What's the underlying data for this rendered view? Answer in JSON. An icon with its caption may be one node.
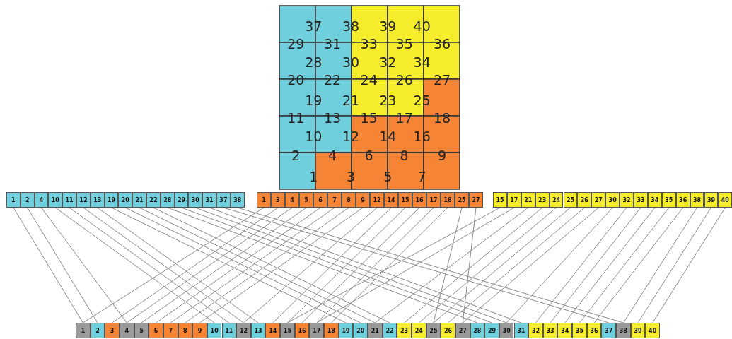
{
  "diagram": {
    "nodes": [
      {
        "text": [
          "1"
        ]
      },
      {
        "text": [
          "2"
        ]
      },
      {
        "text": [
          "4"
        ]
      },
      {
        "text": [
          "10"
        ]
      },
      {
        "text": [
          "11"
        ]
      },
      {
        "text": [
          "12"
        ]
      },
      {
        "text": [
          "13"
        ]
      },
      {
        "text": [
          "19"
        ]
      },
      {
        "text": [
          "20"
        ]
      },
      {
        "text": [
          "21"
        ]
      },
      {
        "text": [
          "22"
        ]
      },
      {
        "text": [
          "28"
        ]
      },
      {
        "text": [
          "29"
        ]
      },
      {
        "text": [
          "30"
        ]
      },
      {
        "text": [
          "31"
        ]
      },
      {
        "text": [
          "37"
        ]
      },
      {
        "text": [
          "38"
        ]
      },
      {
        "text": [
          "1"
        ]
      },
      {
        "text": [
          "3"
        ]
      },
      {
        "text": [
          "4"
        ]
      },
      {
        "text": [
          "5"
        ]
      },
      {
        "text": [
          "6"
        ]
      },
      {
        "text": [
          "7"
        ]
      },
      {
        "text": [
          "8"
        ]
      },
      {
        "text": [
          "9"
        ]
      },
      {
        "text": [
          "12"
        ]
      },
      {
        "text": [
          "14"
        ]
      },
      {
        "text": [
          "15"
        ]
      },
      {
        "text": [
          "16"
        ]
      },
      {
        "text": [
          "17"
        ]
      },
      {
        "text": [
          "18"
        ]
      },
      {
        "text": [
          "25"
        ]
      },
      {
        "text": [
          "27"
        ]
      },
      {
        "text": [
          "15"
        ]
      },
      {
        "text": [
          "17"
        ]
      },
      {
        "text": [
          "21"
        ]
      },
      {
        "text": [
          "23"
        ]
      },
      {
        "text": [
          "24"
        ]
      },
      {
        "text": [
          "25"
        ]
      },
      {
        "text": [
          "26"
        ]
      },
      {
        "text": [
          "27"
        ]
      },
      {
        "text": [
          "30"
        ]
      },
      {
        "text": [
          "32"
        ]
      },
      {
        "text": [
          "33"
        ]
      },
      {
        "text": [
          "34"
        ]
      },
      {
        "text": [
          "35"
        ]
      },
      {
        "text": [
          "36"
        ]
      },
      {
        "text": [
          "38"
        ]
      },
      {
        "text": [
          "39"
        ]
      },
      {
        "text": [
          "40"
        ]
      },
      {
        "text": [
          "1"
        ]
      },
      {
        "text": [
          "2"
        ]
      },
      {
        "text": [
          "3"
        ]
      },
      {
        "text": [
          "4"
        ]
      },
      {
        "text": [
          "5"
        ]
      },
      {
        "text": [
          "6"
        ]
      },
      {
        "text": [
          "7"
        ]
      },
      {
        "text": [
          "8"
        ]
      },
      {
        "text": [
          "9"
        ]
      },
      {
        "text": [
          "10"
        ]
      },
      {
        "text": [
          "11"
        ]
      },
      {
        "text": [
          "12"
        ]
      },
      {
        "text": [
          "13"
        ]
      },
      {
        "text": [
          "14"
        ]
      },
      {
        "text": [
          "15"
        ]
      },
      {
        "text": [
          "16"
        ]
      },
      {
        "text": [
          "17"
        ]
      },
      {
        "text": [
          "18"
        ]
      },
      {
        "text": [
          "19"
        ]
      },
      {
        "text": [
          "20"
        ]
      },
      {
        "text": [
          "21"
        ]
      },
      {
        "text": [
          "22"
        ]
      },
      {
        "text": [
          "23"
        ]
      },
      {
        "text": [
          "24"
        ]
      },
      {
        "text": [
          "25"
        ]
      },
      {
        "text": [
          "26"
        ]
      },
      {
        "text": [
          "27"
        ]
      },
      {
        "text": [
          "28"
        ]
      },
      {
        "text": [
          "29"
        ]
      },
      {
        "text": [
          "30"
        ]
      },
      {
        "text": [
          "31"
        ]
      },
      {
        "text": [
          "32"
        ]
      },
      {
        "text": [
          "33"
        ]
      },
      {
        "text": [
          "34"
        ]
      },
      {
        "text": [
          "35"
        ]
      },
      {
        "text": [
          "36"
        ]
      },
      {
        "text": [
          "37"
        ]
      },
      {
        "text": [
          "38"
        ]
      },
      {
        "text": [
          "39"
        ]
      },
      {
        "text": [
          "40"
        ]
      }
    ],
    "edges": [
      {
        "from": 0,
        "to": 50,
        "arrow": "none"
      },
      {
        "from": 1,
        "to": 51,
        "arrow": "none"
      },
      {
        "from": 2,
        "to": 53,
        "arrow": "none"
      },
      {
        "from": 3,
        "to": 59,
        "arrow": "none"
      },
      {
        "from": 4,
        "to": 60,
        "arrow": "none"
      },
      {
        "from": 5,
        "to": 61,
        "arrow": "none"
      },
      {
        "from": 6,
        "to": 62,
        "arrow": "none"
      },
      {
        "from": 7,
        "to": 68,
        "arrow": "none"
      },
      {
        "from": 8,
        "to": 69,
        "arrow": "none"
      },
      {
        "from": 9,
        "to": 70,
        "arrow": "none"
      },
      {
        "from": 10,
        "to": 71,
        "arrow": "none"
      },
      {
        "from": 11,
        "to": 77,
        "arrow": "none"
      },
      {
        "from": 12,
        "to": 78,
        "arrow": "none"
      },
      {
        "from": 13,
        "to": 79,
        "arrow": "none"
      },
      {
        "from": 14,
        "to": 80,
        "arrow": "none"
      },
      {
        "from": 15,
        "to": 86,
        "arrow": "none"
      },
      {
        "from": 16,
        "to": 87,
        "arrow": "none"
      },
      {
        "from": 17,
        "to": 50,
        "arrow": "none"
      },
      {
        "from": 18,
        "to": 52,
        "arrow": "none"
      },
      {
        "from": 19,
        "to": 53,
        "arrow": "none"
      },
      {
        "from": 20,
        "to": 54,
        "arrow": "none"
      },
      {
        "from": 21,
        "to": 55,
        "arrow": "none"
      },
      {
        "from": 22,
        "to": 56,
        "arrow": "none"
      },
      {
        "from": 23,
        "to": 57,
        "arrow": "none"
      },
      {
        "from": 24,
        "to": 58,
        "arrow": "none"
      },
      {
        "from": 25,
        "to": 61,
        "arrow": "none"
      },
      {
        "from": 26,
        "to": 63,
        "arrow": "none"
      },
      {
        "from": 27,
        "to": 64,
        "arrow": "none"
      },
      {
        "from": 28,
        "to": 65,
        "arrow": "none"
      },
      {
        "from": 29,
        "to": 66,
        "arrow": "none"
      },
      {
        "from": 30,
        "to": 67,
        "arrow": "none"
      },
      {
        "from": 31,
        "to": 74,
        "arrow": "none"
      },
      {
        "from": 32,
        "to": 76,
        "arrow": "none"
      },
      {
        "from": 33,
        "to": 64,
        "arrow": "none"
      },
      {
        "from": 34,
        "to": 66,
        "arrow": "none"
      },
      {
        "from": 35,
        "to": 70,
        "arrow": "none"
      },
      {
        "from": 36,
        "to": 72,
        "arrow": "none"
      },
      {
        "from": 37,
        "to": 73,
        "arrow": "none"
      },
      {
        "from": 38,
        "to": 74,
        "arrow": "none"
      },
      {
        "from": 39,
        "to": 75,
        "arrow": "none"
      },
      {
        "from": 40,
        "to": 76,
        "arrow": "none"
      },
      {
        "from": 41,
        "to": 79,
        "arrow": "none"
      },
      {
        "from": 42,
        "to": 81,
        "arrow": "none"
      },
      {
        "from": 43,
        "to": 82,
        "arrow": "none"
      },
      {
        "from": 44,
        "to": 83,
        "arrow": "none"
      },
      {
        "from": 45,
        "to": 84,
        "arrow": "none"
      },
      {
        "from": 46,
        "to": 85,
        "arrow": "none"
      },
      {
        "from": 47,
        "to": 87,
        "arrow": "none"
      },
      {
        "from": 48,
        "to": 88,
        "arrow": "none"
      },
      {
        "from": 49,
        "to": 89,
        "arrow": "none"
      }
    ],
    "labels": [
      "37",
      "38",
      "39",
      "40",
      "29",
      "31",
      "33",
      "35",
      "36",
      "28",
      "30",
      "32",
      "34",
      "20",
      "22",
      "24",
      "26",
      "27",
      "19",
      "21",
      "23",
      "25",
      "11",
      "13",
      "15",
      "17",
      "18",
      "10",
      "12",
      "14",
      "16",
      "2",
      "4",
      "6",
      "8",
      "9",
      "1",
      "3",
      "5",
      "7"
    ]
  }
}
